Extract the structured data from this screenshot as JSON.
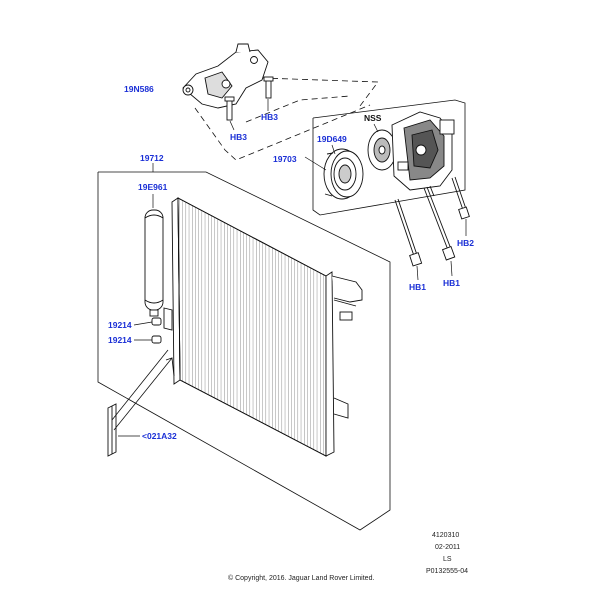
{
  "callouts": {
    "bracket": "19N586",
    "hb3_left": "HB3",
    "hb3_right": "HB3",
    "nss": "NSS",
    "pulley": "19D649",
    "compressor": "19703",
    "condenser": "19712",
    "receiver_drier": "19E961",
    "o_ring_upper": "19214",
    "o_ring_lower": "19214",
    "seal_strip": "<021A32",
    "hb2": "HB2",
    "hb1_left": "HB1",
    "hb1_right": "HB1"
  },
  "footer": {
    "code": "4120310",
    "date": "02-2011",
    "variant": "LS",
    "illustration_id": "P0132555-04",
    "copyright": "© Copyright, 2016. Jaguar Land Rover Limited."
  },
  "colors": {
    "callout": "#1a2fd6",
    "line_art": "#111111"
  }
}
